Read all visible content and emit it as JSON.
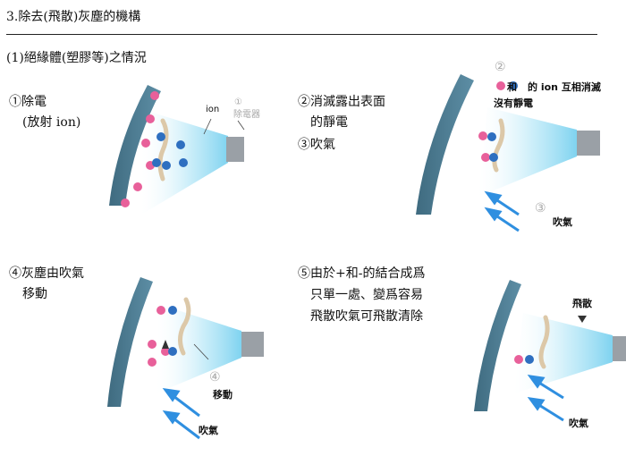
{
  "title": "3.除去(飛散)灰塵的機構",
  "section": "(1)絕緣體(塑膠等)之情況",
  "panels": {
    "p1": {
      "title": "①除電",
      "subtitle": "(放射 ion)",
      "ion_label": "ion",
      "device_number": "①",
      "device_label": "除電器"
    },
    "p2": {
      "title_line1": "②消滅露出表面",
      "title_line2": "的靜電",
      "title_line3": "③吹氣",
      "circled_2": "②",
      "note_line1_a": "和",
      "note_line1_b": "的 ion 互相消滅",
      "note_line2": "沒有靜電",
      "circled_3": "③",
      "air_label": "吹氣"
    },
    "p3": {
      "title_line1": "④灰塵由吹氣",
      "title_line2": "移動",
      "circled_4": "④",
      "move_label": "移動",
      "air_label": "吹氣"
    },
    "p4": {
      "title_line1": "⑤由於+和-的結合成爲",
      "title_line2": "只單一處、變爲容易",
      "title_line3": "飛散吹氣可飛散清除",
      "scatter_label": "飛散",
      "air_label": "吹氣"
    }
  },
  "colors": {
    "wall": "#4f7f95",
    "plus_charge": "#e8609a",
    "minus_charge": "#2e6fc0",
    "dust": "#dcc8a8",
    "beam": "#8fd8f0",
    "device": "#9aa0a6",
    "arrow": "#2f8fe0"
  }
}
